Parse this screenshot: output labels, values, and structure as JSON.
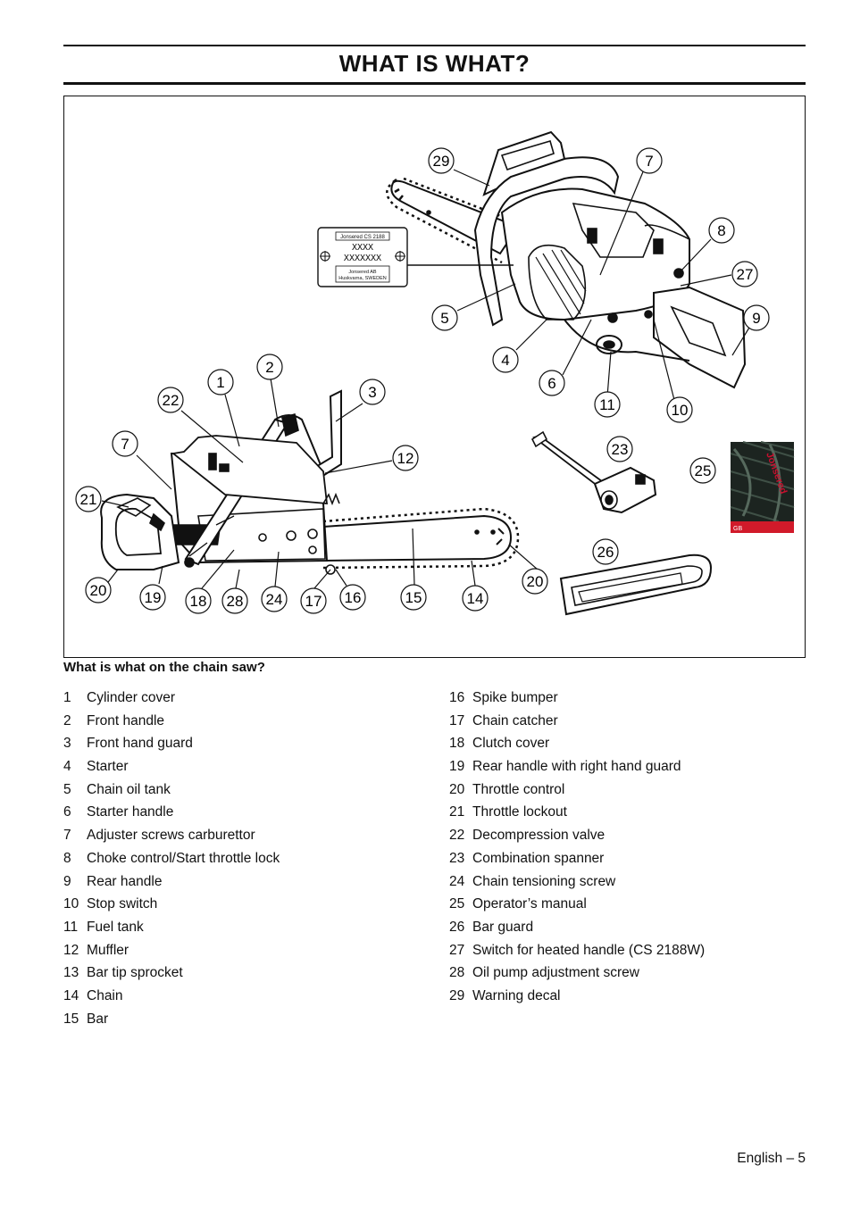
{
  "page": {
    "title": "WHAT IS WHAT?",
    "footer": "English – 5"
  },
  "figure": {
    "callouts": [
      "29",
      "7",
      "8",
      "27",
      "9",
      "5",
      "4",
      "6",
      "11",
      "10",
      "1",
      "2",
      "3",
      "22",
      "7",
      "12",
      "21",
      "23",
      "25",
      "26",
      "20",
      "19",
      "18",
      "28",
      "24",
      "17",
      "16",
      "15",
      "14",
      "20"
    ],
    "plate": {
      "model": "Jonsered CS 2188",
      "code1": "XXXX",
      "code2": "XXXXXXX",
      "maker": "Jonsered AB",
      "address": "Huskvarna, SWEDEN"
    },
    "manual_logo": "Jonsered",
    "manual_flag": "GB"
  },
  "caption": "What is what on the chain saw?",
  "parts_left": [
    {
      "num": "1",
      "label": "Cylinder cover"
    },
    {
      "num": "2",
      "label": "Front handle"
    },
    {
      "num": "3",
      "label": "Front hand guard"
    },
    {
      "num": "4",
      "label": "Starter"
    },
    {
      "num": "5",
      "label": "Chain oil tank"
    },
    {
      "num": "6",
      "label": "Starter handle"
    },
    {
      "num": "7",
      "label": "Adjuster screws carburettor"
    },
    {
      "num": "8",
      "label": "Choke control/Start throttle lock"
    },
    {
      "num": "9",
      "label": "Rear handle"
    },
    {
      "num": "10",
      "label": "Stop switch"
    },
    {
      "num": "11",
      "label": "Fuel tank"
    },
    {
      "num": "12",
      "label": "Muffler"
    },
    {
      "num": "13",
      "label": "Bar tip sprocket"
    },
    {
      "num": "14",
      "label": "Chain"
    },
    {
      "num": "15",
      "label": "Bar"
    }
  ],
  "parts_right": [
    {
      "num": "16",
      "label": "Spike bumper"
    },
    {
      "num": "17",
      "label": "Chain catcher"
    },
    {
      "num": "18",
      "label": "Clutch cover"
    },
    {
      "num": "19",
      "label": "Rear handle with right hand guard"
    },
    {
      "num": "20",
      "label": "Throttle control"
    },
    {
      "num": "21",
      "label": "Throttle lockout"
    },
    {
      "num": "22",
      "label": "Decompression valve"
    },
    {
      "num": "23",
      "label": "Combination spanner"
    },
    {
      "num": "24",
      "label": "Chain tensioning screw"
    },
    {
      "num": "25",
      "label": "Operator’s manual"
    },
    {
      "num": "26",
      "label": "Bar guard"
    },
    {
      "num": "27",
      "label": "Switch for heated handle (CS 2188W)"
    },
    {
      "num": "28",
      "label": "Oil pump adjustment screw"
    },
    {
      "num": "29",
      "label": "Warning decal"
    }
  ]
}
